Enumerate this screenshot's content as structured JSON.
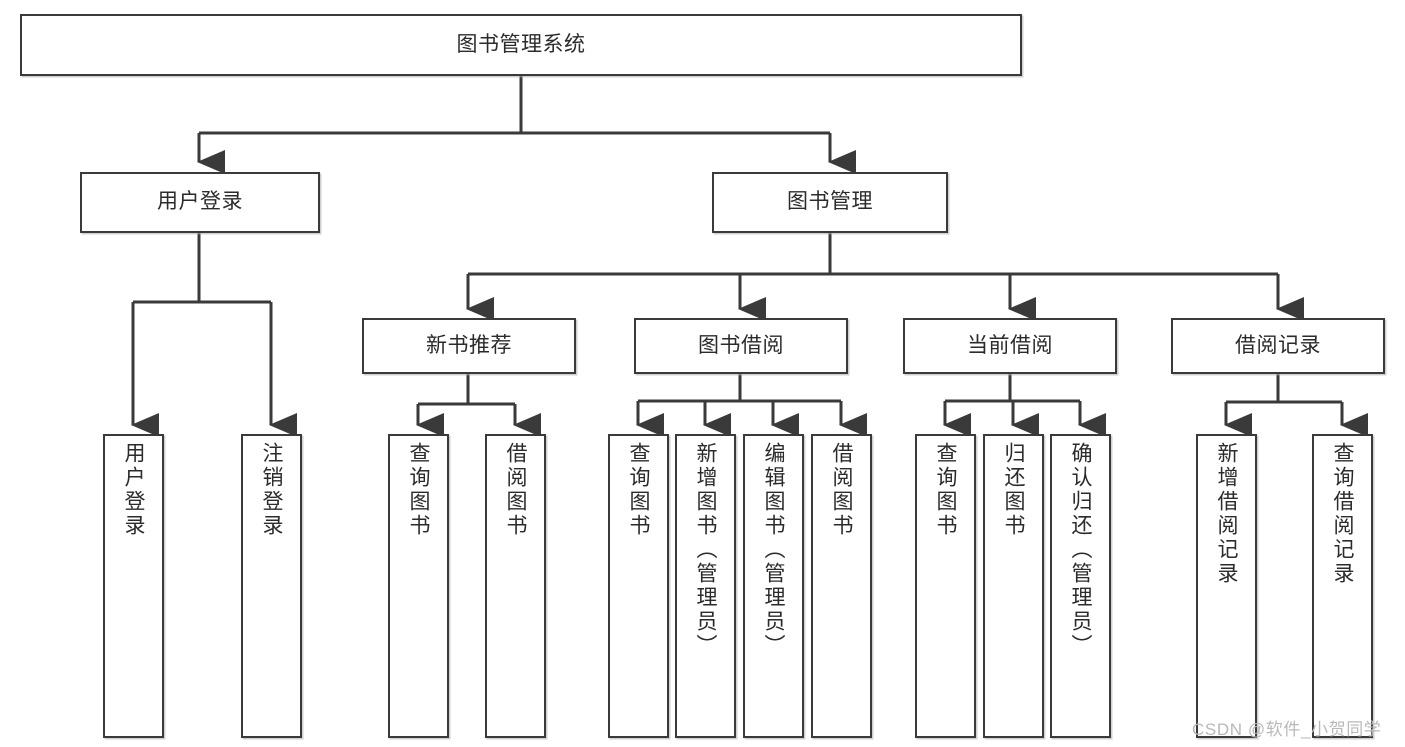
{
  "diagram": {
    "title": "图书管理系统",
    "type": "tree-hierarchy-chart",
    "root": {
      "label": "图书管理系统"
    },
    "level2": [
      {
        "label": "用户登录"
      },
      {
        "label": "图书管理"
      }
    ],
    "level3": [
      {
        "label": "新书推荐"
      },
      {
        "label": "图书借阅"
      },
      {
        "label": "当前借阅"
      },
      {
        "label": "借阅记录"
      }
    ],
    "leaves": {
      "user_login": [
        {
          "label": "用户登录"
        },
        {
          "label": "注销登录"
        }
      ],
      "new_book_recommend": [
        {
          "label": "查询图书"
        },
        {
          "label": "借阅图书"
        }
      ],
      "book_borrow": [
        {
          "label": "查询图书"
        },
        {
          "label": "新增图书（管理员）"
        },
        {
          "label": "编辑图书（管理员）"
        },
        {
          "label": "借阅图书"
        }
      ],
      "current_borrow": [
        {
          "label": "查询图书"
        },
        {
          "label": "归还图书"
        },
        {
          "label": "确认归还（管理员）"
        }
      ],
      "borrow_record": [
        {
          "label": "新增借阅记录"
        },
        {
          "label": "查询借阅记录"
        }
      ]
    }
  },
  "watermark": {
    "text": "CSDN @软件_小贺同学"
  },
  "colors": {
    "border": "#3a3a3a",
    "text": "#2b2b2b",
    "background": "#ffffff",
    "watermark": "#b9b9b9"
  }
}
